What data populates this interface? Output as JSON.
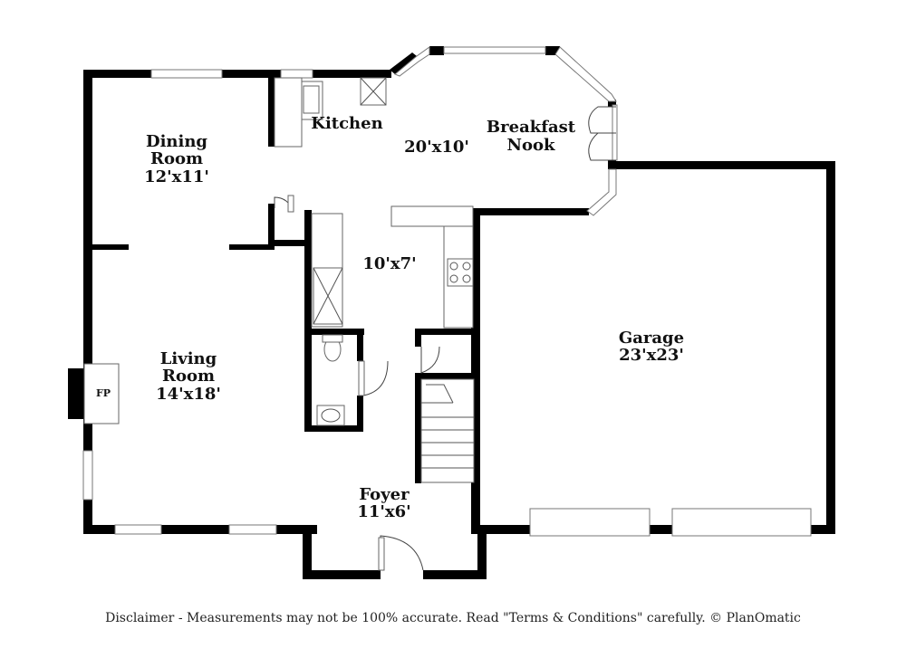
{
  "rooms": {
    "dining": {
      "name_line1": "Dining",
      "name_line2": "Room",
      "dims": "12'x11'"
    },
    "kitchen": {
      "name": "Kitchen",
      "dims": "20'x10'"
    },
    "breakfast": {
      "name_line1": "Breakfast",
      "name_line2": "Nook"
    },
    "hall": {
      "dims": "10'x7'"
    },
    "living": {
      "name_line1": "Living",
      "name_line2": "Room",
      "dims": "14'x18'"
    },
    "garage": {
      "name": "Garage",
      "dims": "23'x23'"
    },
    "foyer": {
      "name": "Foyer",
      "dims": "11'x6'"
    }
  },
  "fireplace_label": "FP",
  "disclaimer": "Disclaimer - Measurements may not be 100% accurate. Read \"Terms & Conditions\" carefully. © PlanOmatic"
}
